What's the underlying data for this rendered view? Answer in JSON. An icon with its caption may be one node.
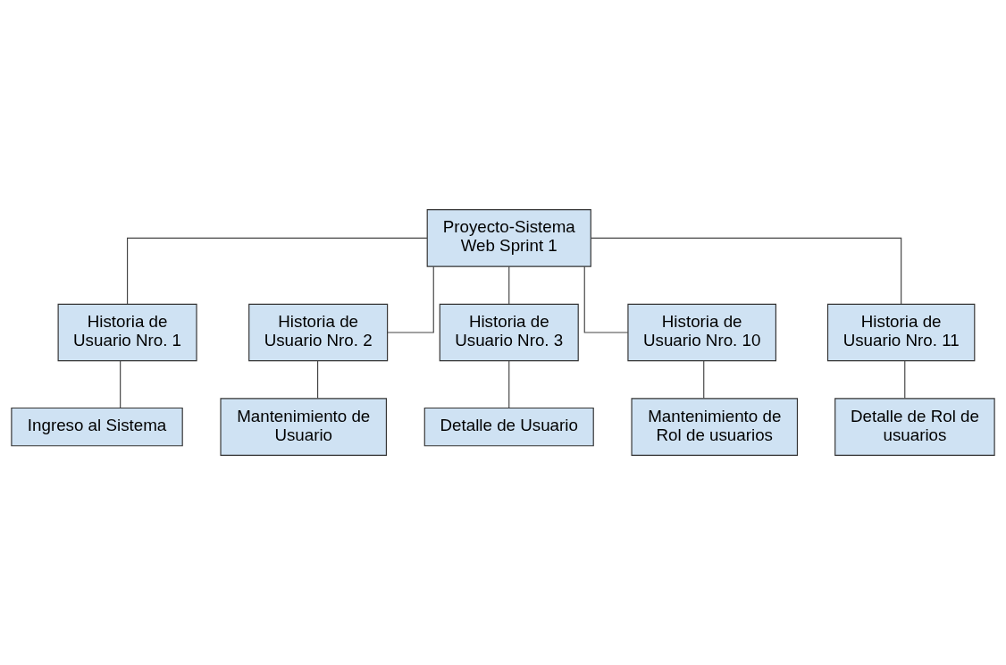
{
  "diagram": {
    "nodes": [
      {
        "text": [
          "Proyecto-Sistema Web Sprint 1"
        ]
      },
      {
        "text": [
          "Historia de Usuario Nro. 1"
        ]
      },
      {
        "text": [
          "Ingreso al Sistema"
        ]
      },
      {
        "text": [
          "Historia de Usuario Nro. 2"
        ]
      },
      {
        "text": [
          "Mantenimiento de Usuario"
        ]
      },
      {
        "text": [
          "Historia de Usuario Nro. 3"
        ]
      },
      {
        "text": [
          "Detalle de Usuario"
        ]
      },
      {
        "text": [
          "Historia de Usuario Nro. 10"
        ]
      },
      {
        "text": [
          "Mantenimiento de Rol de usuarios"
        ]
      },
      {
        "text": [
          "Historia de Usuario Nro. 11"
        ]
      },
      {
        "text": [
          "Detalle de Rol de usuarios"
        ]
      }
    ],
    "edges": [
      {
        "from": 0,
        "to": 1,
        "arrow": "none"
      },
      {
        "from": 1,
        "to": 2,
        "arrow": "none"
      },
      {
        "from": 0,
        "to": 3,
        "arrow": "none"
      },
      {
        "from": 3,
        "to": 4,
        "arrow": "none"
      },
      {
        "from": 0,
        "to": 5,
        "arrow": "none"
      },
      {
        "from": 5,
        "to": 6,
        "arrow": "none"
      },
      {
        "from": 0,
        "to": 7,
        "arrow": "none"
      },
      {
        "from": 7,
        "to": 8,
        "arrow": "none"
      },
      {
        "from": 0,
        "to": 9,
        "arrow": "none"
      },
      {
        "from": 9,
        "to": 10,
        "arrow": "none"
      }
    ]
  }
}
